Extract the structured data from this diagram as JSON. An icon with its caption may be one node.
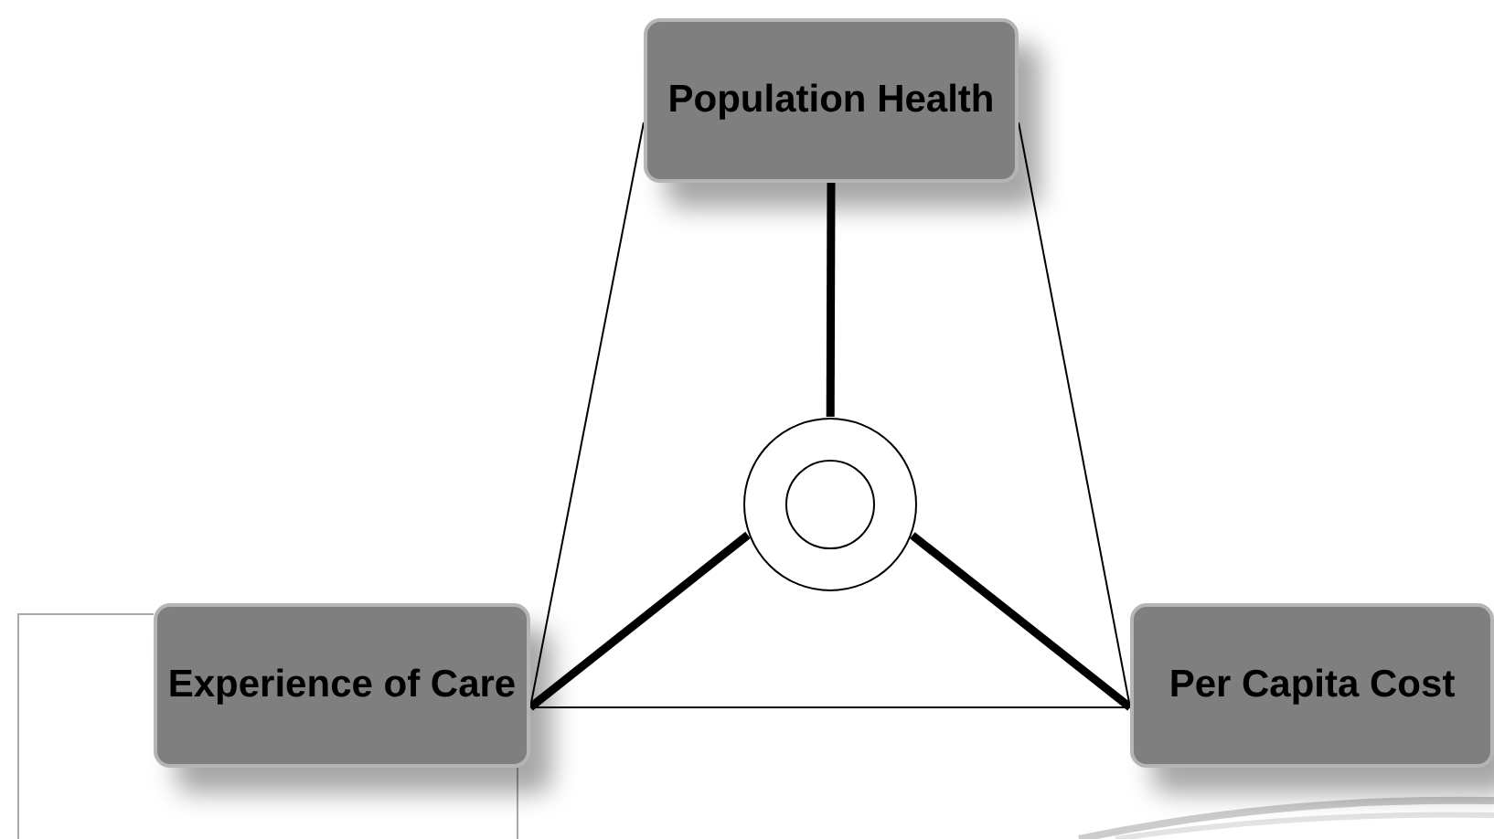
{
  "diagram": {
    "nodes": [
      {
        "text": [
          "Population Health"
        ]
      },
      {
        "text": [],
        "shape": "circle"
      },
      {
        "text": [
          "Experience of Care"
        ]
      },
      {
        "text": [
          "Per Capita Cost"
        ]
      }
    ],
    "edges": [
      {
        "from": 0,
        "to": 2,
        "arrow": "none"
      },
      {
        "from": 0,
        "to": 3,
        "arrow": "none"
      },
      {
        "from": 2,
        "to": 3,
        "arrow": "none"
      },
      {
        "from": 1,
        "to": 0,
        "arrow": "none",
        "style": "thick"
      },
      {
        "from": 1,
        "to": 2,
        "arrow": "none",
        "style": "thick"
      },
      {
        "from": 1,
        "to": 3,
        "arrow": "none",
        "style": "thick"
      }
    ]
  }
}
